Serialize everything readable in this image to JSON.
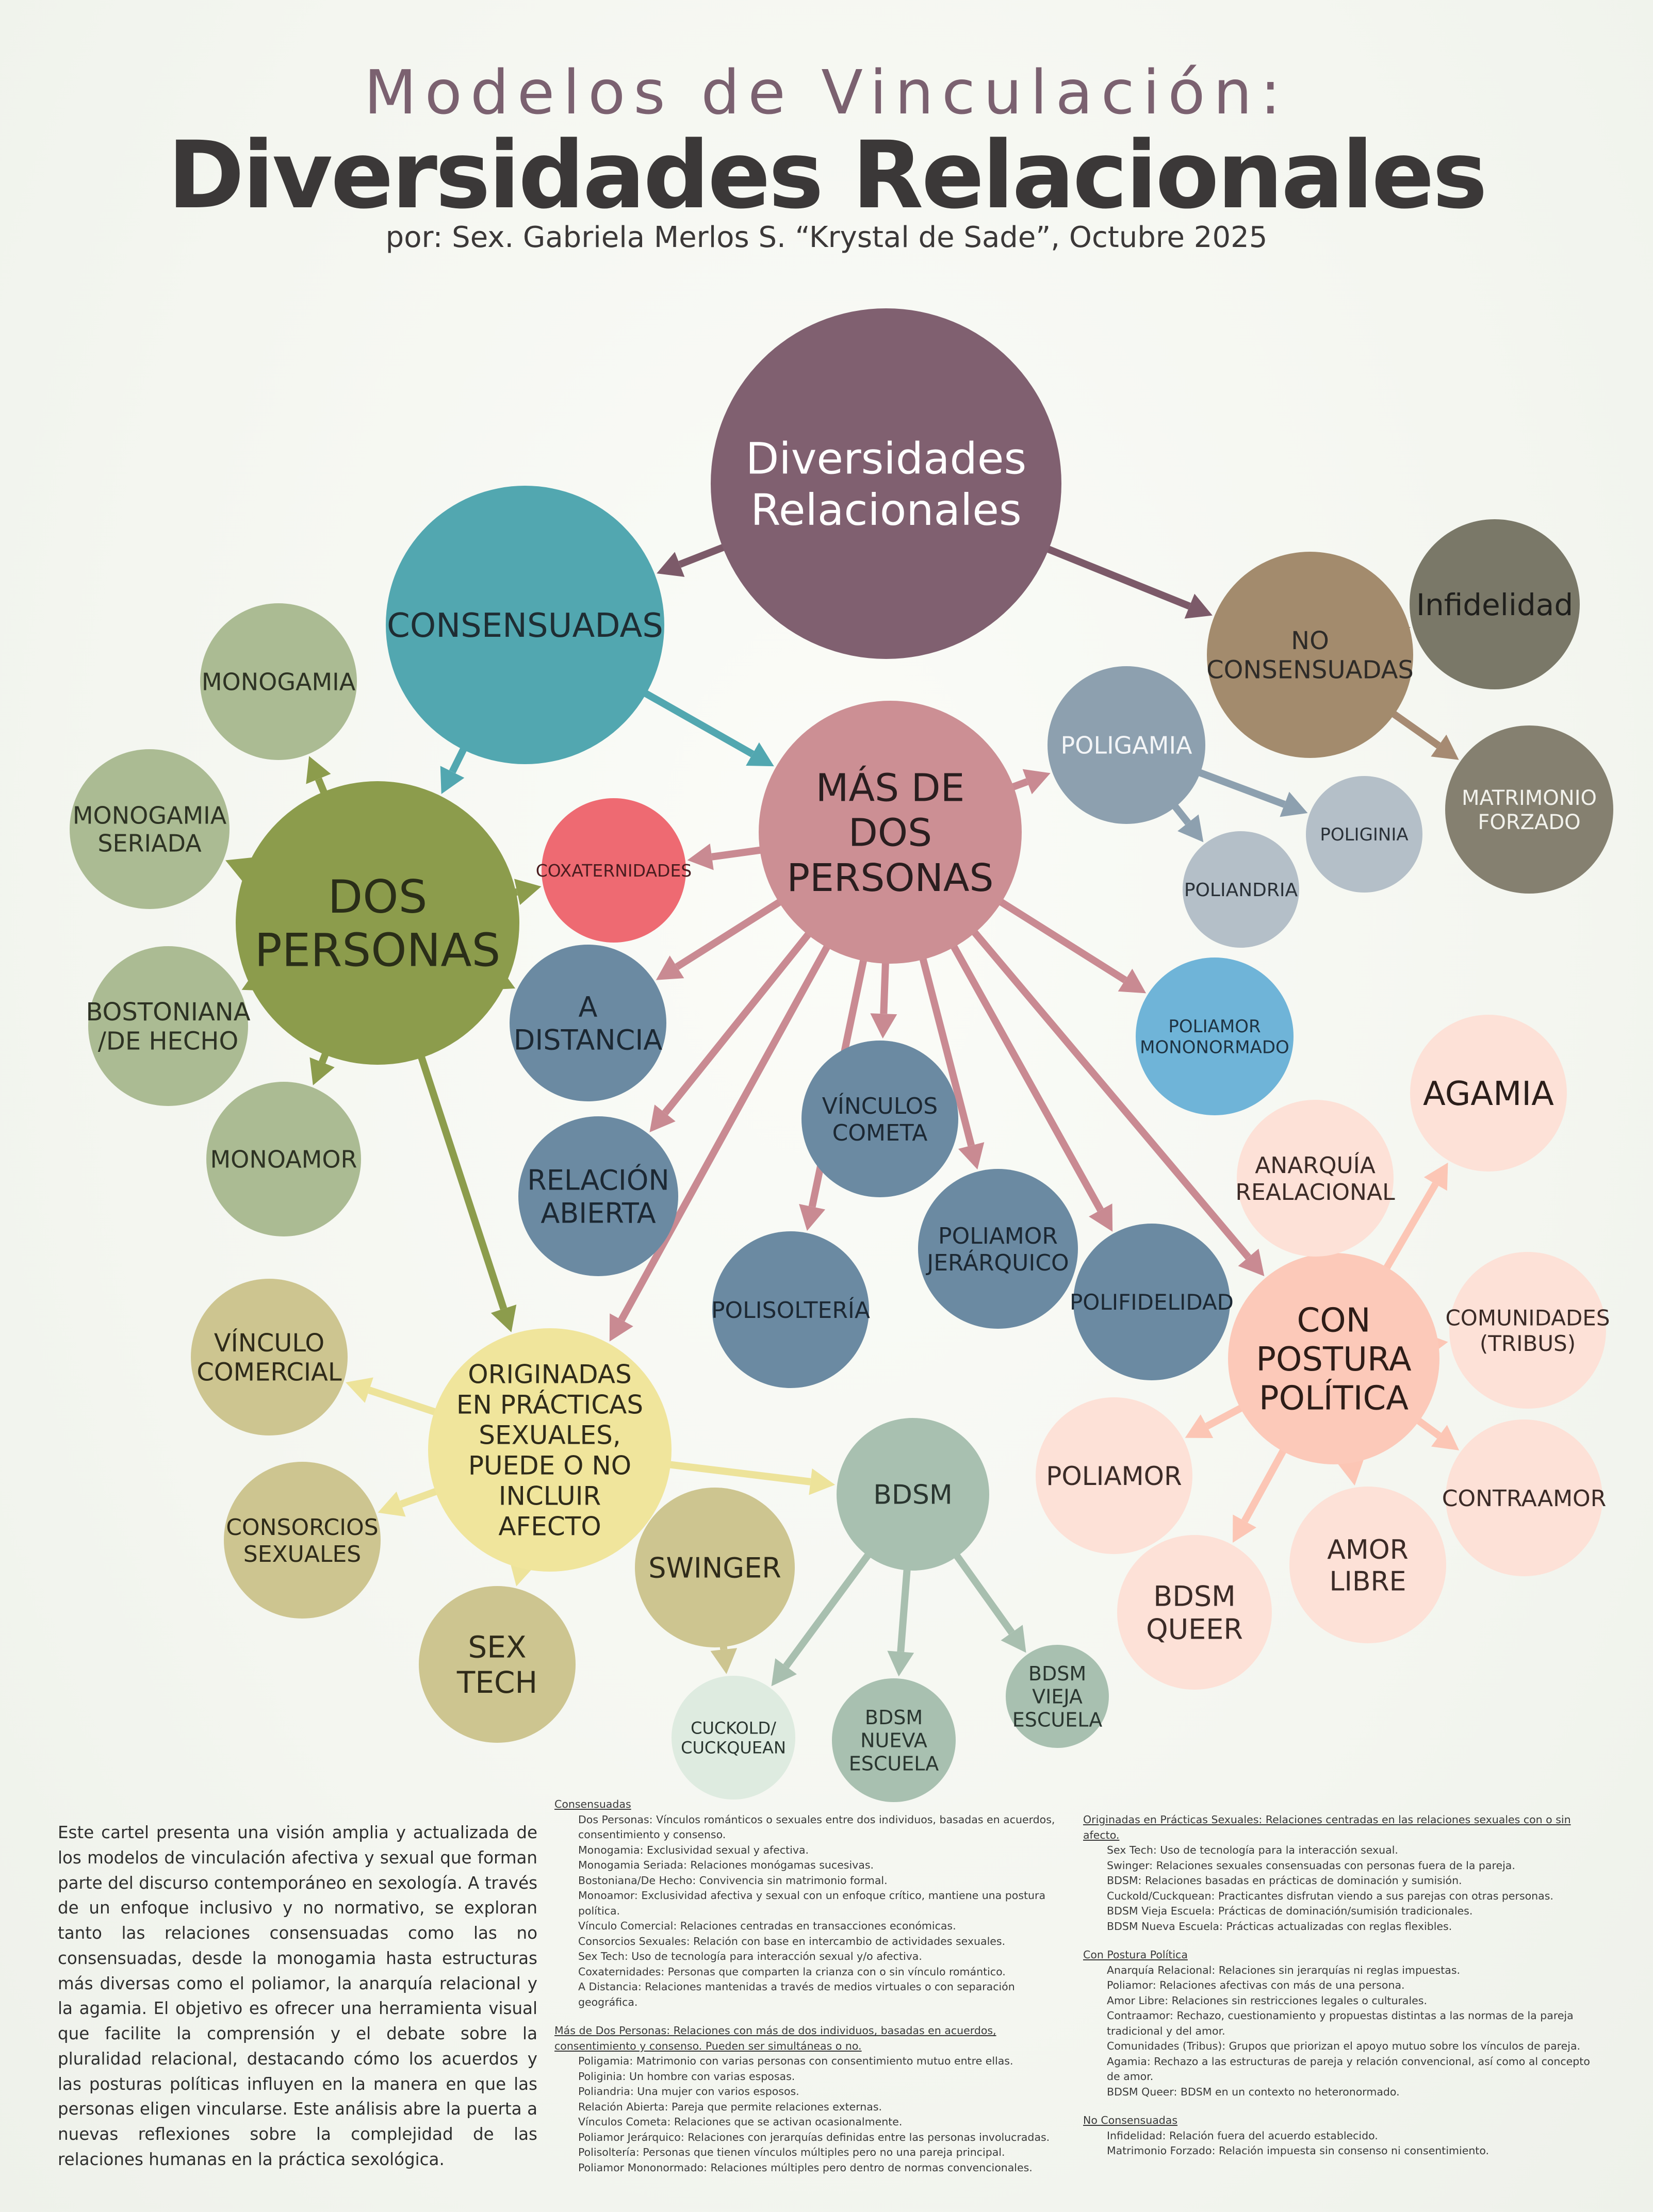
{
  "header": {
    "kicker": "Modelos de Vinculación:",
    "title": "Diversidades Relacionales",
    "byline": "por: Sex. Gabriela Merlos S. “Krystal de Sade”, Octubre 2025"
  },
  "colors": {
    "root": "#806070",
    "consensuadas": "#52a7b0",
    "no_consensuadas": "#a38b6d",
    "dos_personas": "#8c9c4c",
    "dos_personas_light": "#abbb93",
    "mas_de_dos": "#cc8f94",
    "mas_de_dos_steel": "#6b8aa2",
    "poligamia": "#8da0af",
    "coxaternidades": "#ee6a72",
    "poliamor_mononormado": "#6fb4d8",
    "originadas": "#f0e59c",
    "originadas_khaki": "#cdc590",
    "bdsm": "#a8c0b0",
    "cuckold": "#deebe0",
    "con_postura": "#fcc9b9",
    "con_postura_light": "#fde1d7",
    "infidelidad": "#7a7868",
    "matrimonio_forzado": "#858070"
  },
  "nodes": [
    {
      "id": "root",
      "label": [
        "Diversidades",
        "Relacionales"
      ],
      "color": "root"
    },
    {
      "id": "consensuadas",
      "label": [
        "CONSENSUADAS"
      ],
      "color": "consensuadas"
    },
    {
      "id": "no_consensuadas",
      "label": [
        "NO",
        "CONSENSUADAS"
      ],
      "color": "no_consensuadas"
    },
    {
      "id": "infidelidad",
      "label": [
        "Infidelidad"
      ],
      "color": "infidelidad"
    },
    {
      "id": "matrimonio_forzado",
      "label": [
        "MATRIMONIO",
        "FORZADO"
      ],
      "color": "matrimonio_forzado"
    },
    {
      "id": "dos_personas",
      "label": [
        "DOS",
        "PERSONAS"
      ],
      "color": "dos_personas"
    },
    {
      "id": "monogamia",
      "label": [
        "MONOGAMIA"
      ],
      "color": "dos_personas_light"
    },
    {
      "id": "monogamia_seriada",
      "label": [
        "MONOGAMIA",
        "SERIADA"
      ],
      "color": "dos_personas_light"
    },
    {
      "id": "bostoniana",
      "label": [
        "BOSTONIANA",
        "/DE HECHO"
      ],
      "color": "dos_personas_light"
    },
    {
      "id": "monoamor",
      "label": [
        "MONOAMOR"
      ],
      "color": "dos_personas_light"
    },
    {
      "id": "mas_de_dos",
      "label": [
        "MÁS DE",
        "DOS",
        "PERSONAS"
      ],
      "color": "mas_de_dos"
    },
    {
      "id": "coxaternidades",
      "label": [
        "COXATERNIDADES"
      ],
      "color": "coxaternidades"
    },
    {
      "id": "a_distancia",
      "label": [
        "A",
        "DISTANCIA"
      ],
      "color": "mas_de_dos_steel"
    },
    {
      "id": "relacion_abierta",
      "label": [
        "RELACIÓN",
        "ABIERTA"
      ],
      "color": "mas_de_dos_steel"
    },
    {
      "id": "polisolteria",
      "label": [
        "POLISOLTERÍA"
      ],
      "color": "mas_de_dos_steel"
    },
    {
      "id": "vinculos_cometa",
      "label": [
        "VÍNCULOS",
        "COMETA"
      ],
      "color": "mas_de_dos_steel"
    },
    {
      "id": "poliamor_jerarquico",
      "label": [
        "POLIAMOR",
        "JERÁRQUICO"
      ],
      "color": "mas_de_dos_steel"
    },
    {
      "id": "polifidelidad",
      "label": [
        "POLIFIDELIDAD"
      ],
      "color": "mas_de_dos_steel"
    },
    {
      "id": "poligamia",
      "label": [
        "POLIGAMIA"
      ],
      "color": "poligamia"
    },
    {
      "id": "poliandria",
      "label": [
        "POLIANDRIA"
      ],
      "color": "#b4bfc8"
    },
    {
      "id": "poliginia",
      "label": [
        "POLIGINIA"
      ],
      "color": "#b4bfc8"
    },
    {
      "id": "poliamor_mononormado",
      "label": [
        "POLIAMOR",
        "MONONORMADO"
      ],
      "color": "poliamor_mononormado"
    },
    {
      "id": "con_postura",
      "label": [
        "CON",
        "POSTURA",
        "POLÍTICA"
      ],
      "color": "con_postura"
    },
    {
      "id": "anarquia",
      "label": [
        "ANARQUÍA",
        "REALACIONAL"
      ],
      "color": "con_postura_light"
    },
    {
      "id": "agamia",
      "label": [
        "AGAMIA"
      ],
      "color": "con_postura_light"
    },
    {
      "id": "comunidades",
      "label": [
        "COMUNIDADES",
        "(TRIBUS)"
      ],
      "color": "con_postura_light"
    },
    {
      "id": "contraamor",
      "label": [
        "CONTRAAMOR"
      ],
      "color": "con_postura_light"
    },
    {
      "id": "amor_libre",
      "label": [
        "AMOR",
        "LIBRE"
      ],
      "color": "con_postura_light"
    },
    {
      "id": "bdsm_queer",
      "label": [
        "BDSM",
        "QUEER"
      ],
      "color": "con_postura_light"
    },
    {
      "id": "poliamor",
      "label": [
        "POLIAMOR"
      ],
      "color": "con_postura_light"
    },
    {
      "id": "originadas",
      "label": [
        "ORIGINADAS",
        "EN PRÁCTICAS",
        "SEXUALES,",
        "PUEDE O NO",
        "INCLUIR",
        "AFECTO"
      ],
      "color": "originadas"
    },
    {
      "id": "vinculo_comercial",
      "label": [
        "VÍNCULO",
        "COMERCIAL"
      ],
      "color": "originadas_khaki"
    },
    {
      "id": "consorcios",
      "label": [
        "CONSORCIOS",
        "SEXUALES"
      ],
      "color": "originadas_khaki"
    },
    {
      "id": "sex_tech",
      "label": [
        "SEX",
        "TECH"
      ],
      "color": "originadas_khaki"
    },
    {
      "id": "swinger",
      "label": [
        "SWINGER"
      ],
      "color": "originadas_khaki"
    },
    {
      "id": "bdsm",
      "label": [
        "BDSM"
      ],
      "color": "bdsm"
    },
    {
      "id": "cuckold",
      "label": [
        "CUCKOLD/",
        "CUCKQUEAN"
      ],
      "color": "cuckold"
    },
    {
      "id": "bdsm_nueva",
      "label": [
        "BDSM",
        "NUEVA",
        "ESCUELA"
      ],
      "color": "bdsm"
    },
    {
      "id": "bdsm_vieja",
      "label": [
        "BDSM",
        "VIEJA",
        "ESCUELA"
      ],
      "color": "bdsm"
    }
  ],
  "edges": [
    [
      "root",
      "consensuadas"
    ],
    [
      "root",
      "no_consensuadas"
    ],
    [
      "no_consensuadas",
      "infidelidad"
    ],
    [
      "no_consensuadas",
      "matrimonio_forzado"
    ],
    [
      "consensuadas",
      "dos_personas"
    ],
    [
      "consensuadas",
      "mas_de_dos"
    ],
    [
      "dos_personas",
      "monogamia"
    ],
    [
      "dos_personas",
      "monogamia_seriada"
    ],
    [
      "dos_personas",
      "bostoniana"
    ],
    [
      "dos_personas",
      "monoamor"
    ],
    [
      "dos_personas",
      "coxaternidades"
    ],
    [
      "dos_personas",
      "a_distancia"
    ],
    [
      "dos_personas",
      "originadas"
    ],
    [
      "mas_de_dos",
      "coxaternidades"
    ],
    [
      "mas_de_dos",
      "a_distancia"
    ],
    [
      "mas_de_dos",
      "relacion_abierta"
    ],
    [
      "mas_de_dos",
      "polisolteria"
    ],
    [
      "mas_de_dos",
      "vinculos_cometa"
    ],
    [
      "mas_de_dos",
      "poliamor_jerarquico"
    ],
    [
      "mas_de_dos",
      "polifidelidad"
    ],
    [
      "mas_de_dos",
      "poligamia"
    ],
    [
      "mas_de_dos",
      "poliamor_mononormado"
    ],
    [
      "mas_de_dos",
      "con_postura"
    ],
    [
      "mas_de_dos",
      "originadas"
    ],
    [
      "poligamia",
      "poliandria"
    ],
    [
      "poligamia",
      "poliginia"
    ],
    [
      "con_postura",
      "anarquia"
    ],
    [
      "con_postura",
      "agamia"
    ],
    [
      "con_postura",
      "comunidades"
    ],
    [
      "con_postura",
      "contraamor"
    ],
    [
      "con_postura",
      "amor_libre"
    ],
    [
      "con_postura",
      "bdsm_queer"
    ],
    [
      "con_postura",
      "poliamor"
    ],
    [
      "originadas",
      "vinculo_comercial"
    ],
    [
      "originadas",
      "consorcios"
    ],
    [
      "originadas",
      "sex_tech"
    ],
    [
      "originadas",
      "swinger"
    ],
    [
      "originadas",
      "bdsm"
    ],
    [
      "swinger",
      "cuckold"
    ],
    [
      "bdsm",
      "cuckold"
    ],
    [
      "bdsm",
      "bdsm_nueva"
    ],
    [
      "bdsm",
      "bdsm_vieja"
    ]
  ],
  "intro": "Este cartel presenta una visión amplia y actualizada de los modelos de vinculación afectiva y sexual que forman parte del discurso contemporáneo en sexología. A través de un enfoque inclusivo y no normativo, se exploran tanto las relaciones consensuadas como las no consensuadas, desde la monogamia hasta estructuras más diversas como el poliamor, la anarquía relacional y la agamia. El objetivo es ofrecer una herramienta visual que facilite la comprensión y el debate sobre la pluralidad relacional, destacando cómo los acuerdos y las posturas políticas influyen en la manera en que las personas eligen vincularse. Este análisis abre la puerta a nuevas reflexiones sobre la complejidad de las relaciones humanas en la práctica sexológica.",
  "glossary": {
    "col1": [
      {
        "h": "Consensuadas"
      },
      {
        "i": "Dos Personas: Vínculos románticos o sexuales entre dos individuos, basadas en acuerdos, consentimiento y consenso."
      },
      {
        "i": "Monogamia: Exclusividad sexual y afectiva."
      },
      {
        "i": "Monogamia Seriada: Relaciones monógamas sucesivas."
      },
      {
        "i": "Bostoniana/De Hecho: Convivencia sin matrimonio formal."
      },
      {
        "i": "Monoamor: Exclusividad afectiva y sexual con un enfoque crítico, mantiene una postura política."
      },
      {
        "i": "Vínculo Comercial: Relaciones centradas en transacciones económicas."
      },
      {
        "i": "Consorcios Sexuales: Relación con base en intercambio de actividades sexuales."
      },
      {
        "i": "Sex Tech: Uso de tecnología para interacción sexual y/o afectiva."
      },
      {
        "i": "Coxaternidades: Personas que comparten la crianza con o sin vínculo romántico."
      },
      {
        "i": "A Distancia: Relaciones mantenidas a través de medios virtuales o con separación geográfica."
      },
      {
        "gap": true
      },
      {
        "h": "Más de Dos Personas: Relaciones con más de dos individuos, basadas en acuerdos, consentimiento y consenso.  Pueden ser simultáneas o no."
      },
      {
        "i": "Poligamia: Matrimonio con varias personas con consentimiento mutuo entre ellas."
      },
      {
        "i": "Poliginia: Un hombre con varias esposas."
      },
      {
        "i": "Poliandria: Una mujer con varios esposos."
      },
      {
        "i": "Relación Abierta: Pareja que permite relaciones externas."
      },
      {
        "i": "Vínculos Cometa: Relaciones que se activan ocasionalmente."
      },
      {
        "i": "Poliamor Jerárquico: Relaciones con jerarquías definidas entre las personas involucradas."
      },
      {
        "i": "Polisoltería: Personas que tienen vínculos múltiples pero no una pareja principal."
      },
      {
        "i": "Poliamor Mononormado: Relaciones múltiples pero dentro de normas convencionales."
      }
    ],
    "col2": [
      {
        "h": "Originadas en Prácticas Sexuales: Relaciones centradas en las relaciones sexuales con o sin afecto."
      },
      {
        "i": "Sex Tech: Uso de tecnología para la interacción sexual."
      },
      {
        "i": "Swinger: Relaciones sexuales consensuadas con personas fuera de la pareja."
      },
      {
        "i": "BDSM: Relaciones basadas en prácticas de dominación y sumisión."
      },
      {
        "i": "Cuckold/Cuckquean: Practicantes disfrutan viendo a sus parejas con otras personas."
      },
      {
        "i": "BDSM Vieja Escuela: Prácticas de dominación/sumisión tradicionales."
      },
      {
        "i": "BDSM Nueva Escuela: Prácticas actualizadas con reglas flexibles."
      },
      {
        "gap": true
      },
      {
        "h": "Con Postura Política"
      },
      {
        "i": "Anarquía Relacional: Relaciones sin jerarquías ni reglas impuestas."
      },
      {
        "i": "Poliamor: Relaciones afectivas con más de una persona."
      },
      {
        "i": "Amor Libre: Relaciones sin restricciones legales o culturales."
      },
      {
        "i": "Contraamor: Rechazo, cuestionamiento y propuestas distintas a las normas de la pareja tradicional  y del amor."
      },
      {
        "i": "Comunidades (Tribus): Grupos que priorizan el apoyo mutuo sobre los vínculos de pareja."
      },
      {
        "i": "Agamia: Rechazo a las estructuras de pareja y relación convencional, así como al concepto de amor."
      },
      {
        "i": "BDSM Queer: BDSM en un contexto no heteronormado."
      },
      {
        "gap": true
      },
      {
        "h": "No Consensuadas"
      },
      {
        "i": "Infidelidad: Relación fuera del acuerdo establecido."
      },
      {
        "i": "Matrimonio Forzado: Relación impuesta sin consenso ni consentimiento."
      }
    ]
  }
}
